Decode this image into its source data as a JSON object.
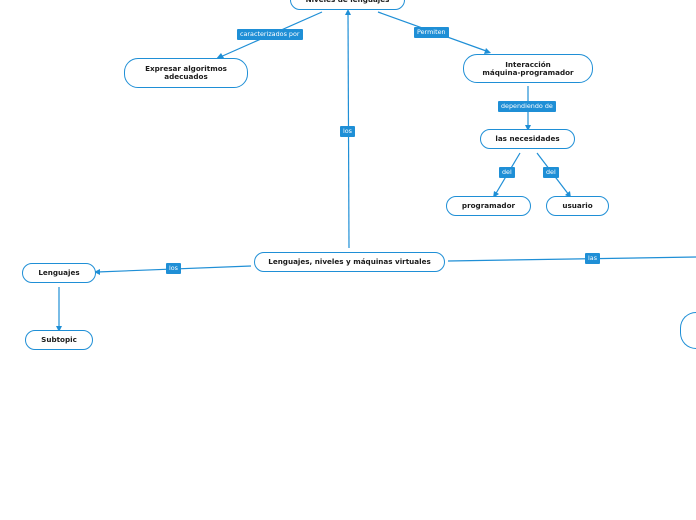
{
  "diagram": {
    "nodes": {
      "niveles": "Niveles de lenguajes",
      "expresar": "Expresar algoritmos\nadecuados",
      "interaccion": "Interacción\nmáquina-programador",
      "necesidades": "las necesidades",
      "programador": "programador",
      "usuario": "usuario",
      "central": "Lenguajes, niveles y máquinas virtuales",
      "lenguajes": "Lenguajes",
      "subtopic": "Subtopic",
      "offscreen": ""
    },
    "edge_labels": {
      "caracterizados": "caracterizados por",
      "permiten": "Permiten",
      "dependiendo": "dependiendo de",
      "del_prog": "del",
      "del_user": "del",
      "los_up": "los",
      "los_left": "los",
      "las_right": "las"
    }
  },
  "colors": {
    "accent": "#1f8fd6",
    "text": "#1b1b1b",
    "background": "#ffffff"
  }
}
